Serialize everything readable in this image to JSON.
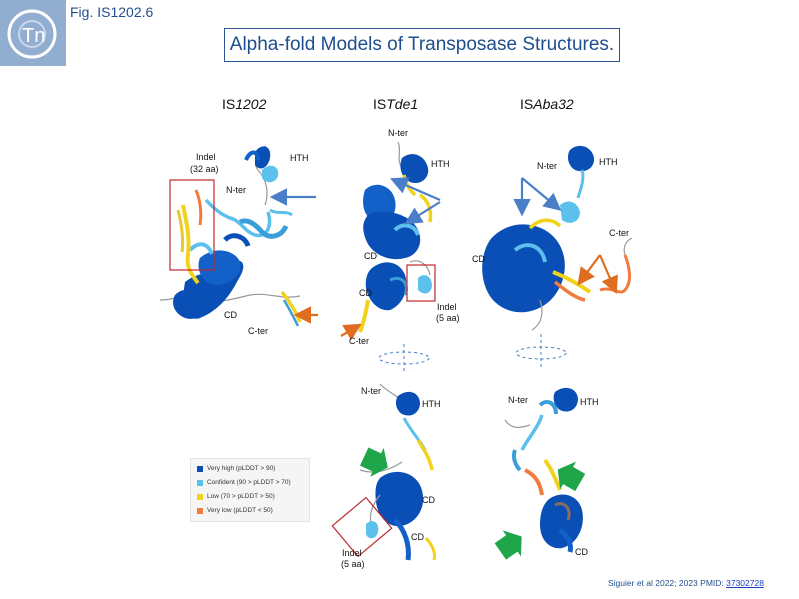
{
  "header": {
    "logo_text": "Tn",
    "fig_label": "Fig. IS1202.6",
    "title": "Alpha-fold Models of Transposase Structures."
  },
  "columns": [
    {
      "prefix": "IS",
      "name": "1202"
    },
    {
      "prefix": "IS",
      "name": "Tde1"
    },
    {
      "prefix": "IS",
      "name": "Aba32"
    }
  ],
  "labels": {
    "is1202": {
      "indel": "Indel",
      "indel_size": "(32 aa)",
      "nter": "N-ter",
      "hth": "HTH",
      "cd": "CD",
      "cter": "C-ter"
    },
    "istde1_top": {
      "nter": "N-ter",
      "hth": "HTH",
      "cd1": "CD",
      "cd2": "CD",
      "indel": "Indel",
      "indel_size": "(5 aa)",
      "cter": "C-ter"
    },
    "isaba32_top": {
      "nter": "N-ter",
      "hth": "HTH",
      "cd": "CD",
      "cter": "C-ter"
    },
    "istde1_bottom": {
      "nter": "N-ter",
      "hth": "HTH",
      "cd1": "CD",
      "cd2": "CD",
      "indel": "Indel",
      "indel_size": "(5 aa)"
    },
    "isaba32_bottom": {
      "nter": "N-ter",
      "hth": "HTH",
      "cd": "CD"
    }
  },
  "legend": [
    {
      "label": "Very high (pLDDT > 90)",
      "color": "#0a4fb5"
    },
    {
      "label": "Confident (90 > pLDDT > 70)",
      "color": "#5bc0eb"
    },
    {
      "label": "Low (70 > pLDDT > 50)",
      "color": "#f2d21b"
    },
    {
      "label": "Very low (pLDDT < 50)",
      "color": "#f07b3f"
    }
  ],
  "citation": {
    "text": "Siguier et al 2022; 2023 PMID: ",
    "pmid": "37302728"
  },
  "colors": {
    "accent": "#1f4e8c",
    "very_high": "#0a4fb5",
    "confident": "#5bc0eb",
    "low": "#f2d21b",
    "very_low": "#f07b3f",
    "arrow_blue": "#4a7fc8",
    "arrow_orange": "#e06d1f",
    "arrow_green": "#1fa64a",
    "indel_box": "#c0282c"
  }
}
